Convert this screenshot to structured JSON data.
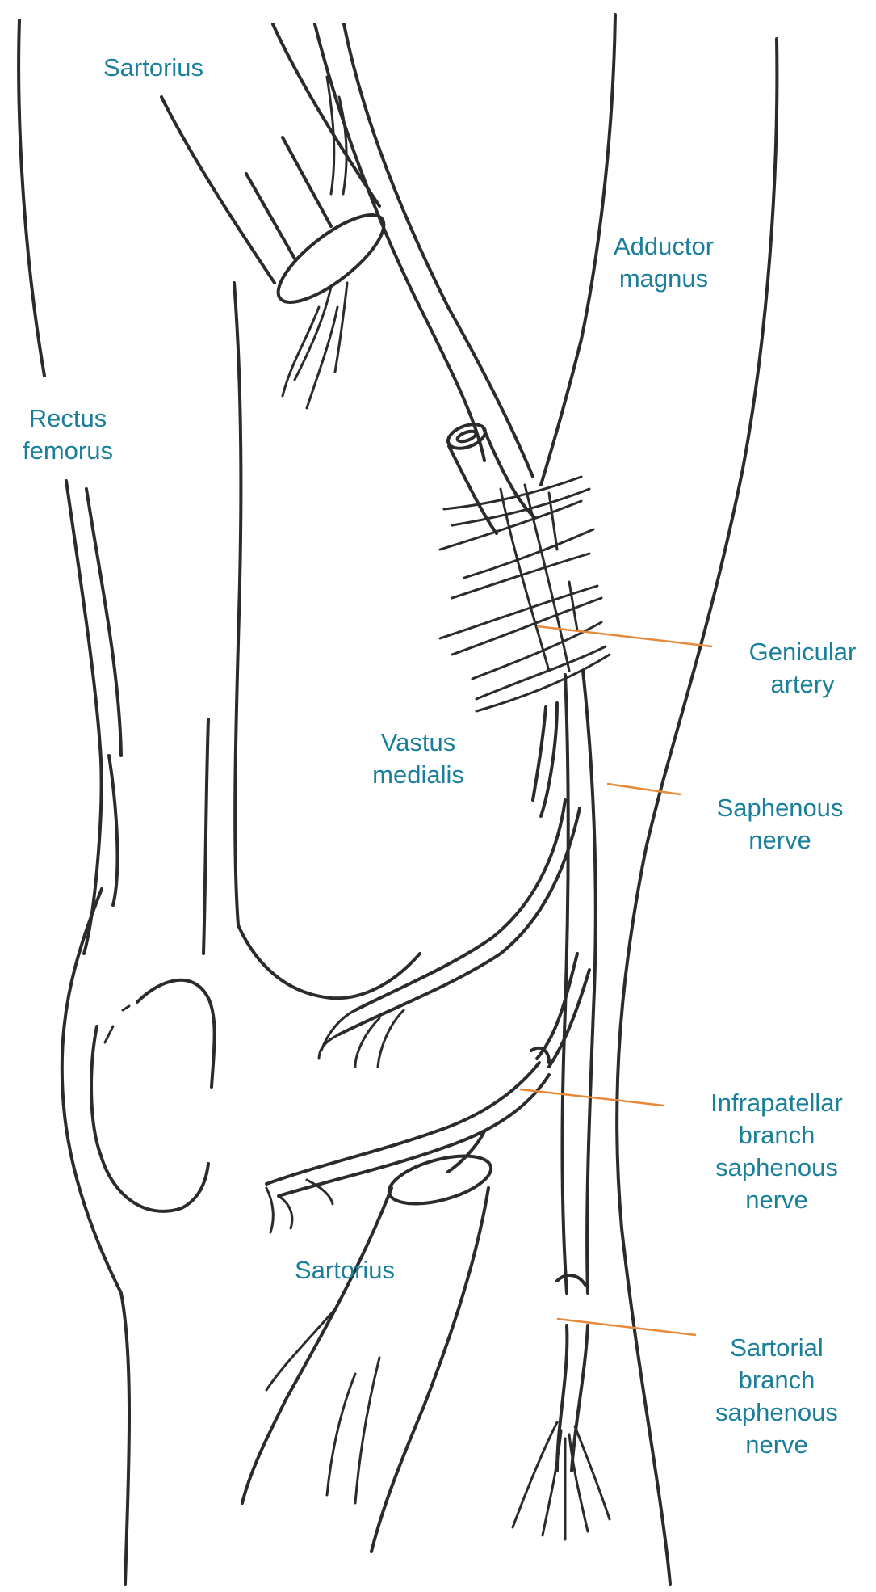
{
  "colors": {
    "label": "#1a7f9a",
    "leader": "#e8893a",
    "ink": "#2b2b2b",
    "background": "#ffffff"
  },
  "labels": {
    "sartorius_top": [
      "Sartorius"
    ],
    "adductor_magnus": [
      "Adductor",
      "magnus"
    ],
    "rectus_femorus": [
      "Rectus",
      "femorus"
    ],
    "genicular_artery": [
      "Genicular",
      "artery"
    ],
    "vastus_medialis": [
      "Vastus",
      "medialis"
    ],
    "saphenous_nerve": [
      "Saphenous",
      "nerve"
    ],
    "infrapatellar_branch": [
      "Infrapatellar",
      "branch",
      "saphenous",
      "nerve"
    ],
    "sartorius_bottom": [
      "Sartorius"
    ],
    "sartorial_branch": [
      "Sartorial",
      "branch",
      "saphenous",
      "nerve"
    ]
  }
}
